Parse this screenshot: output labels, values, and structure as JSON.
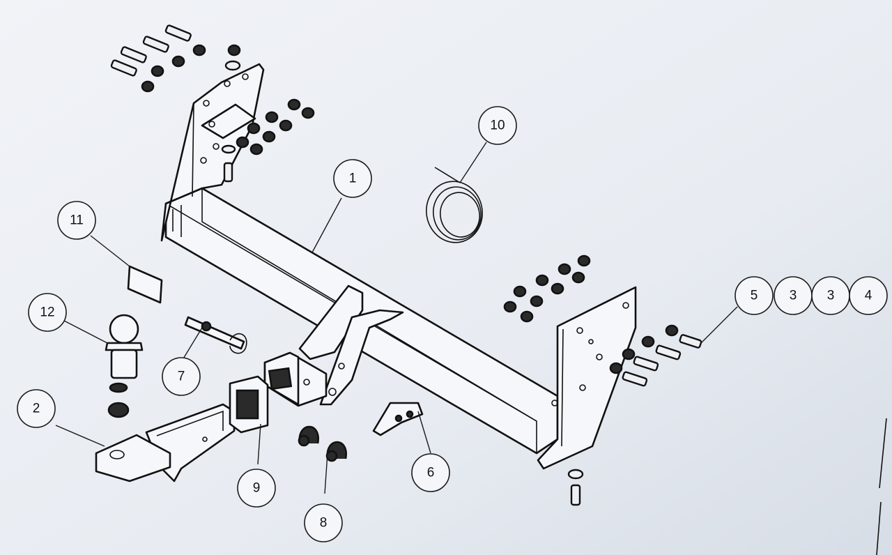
{
  "colors": {
    "paper": "#e9edf3",
    "ink": "#111111"
  },
  "callouts": [
    {
      "label": "1"
    },
    {
      "label": "2"
    },
    {
      "label": "3"
    },
    {
      "label": "3"
    },
    {
      "label": "4"
    },
    {
      "label": "5"
    },
    {
      "label": "6"
    },
    {
      "label": "7"
    },
    {
      "label": "8"
    },
    {
      "label": "9"
    },
    {
      "label": "10"
    },
    {
      "label": "11"
    },
    {
      "label": "12"
    }
  ]
}
